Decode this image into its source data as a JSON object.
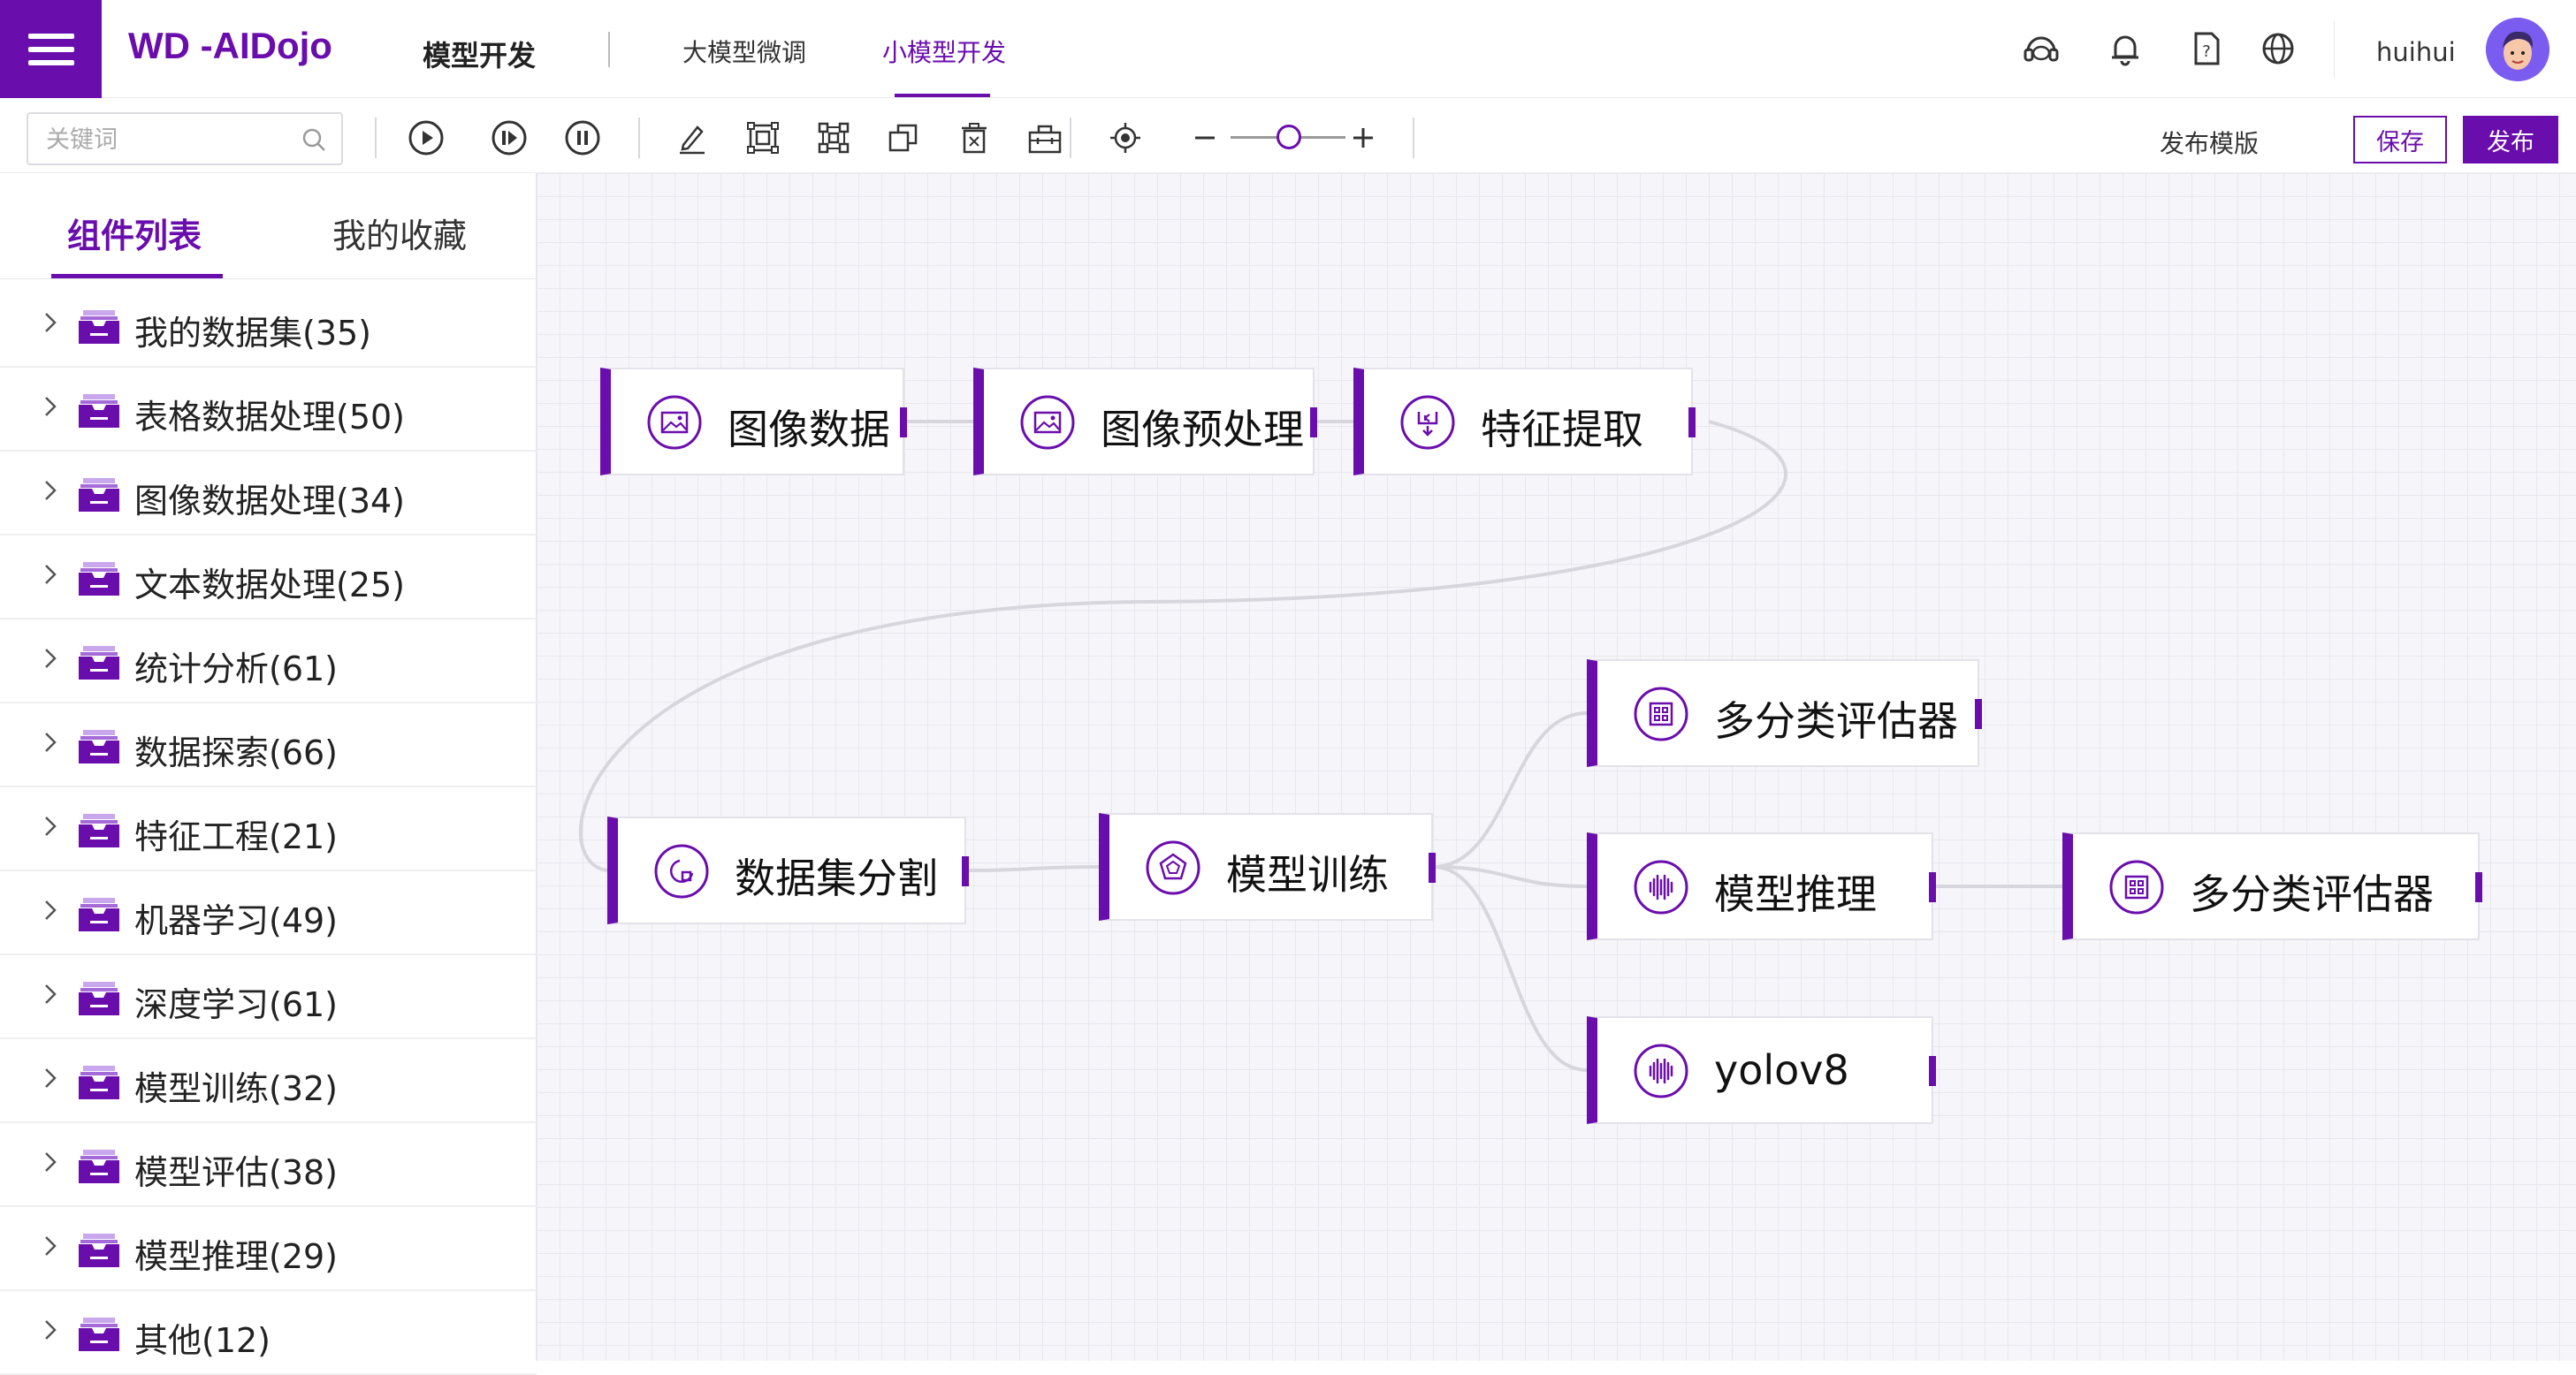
{
  "header": {
    "logo": "WD -AIDojo",
    "title": "模型开发",
    "tabs": [
      {
        "label": "大模型微调",
        "active": false
      },
      {
        "label": "小模型开发",
        "active": true
      }
    ],
    "icons": [
      "headset-icon",
      "bell-icon",
      "help-doc-icon",
      "globe-icon"
    ],
    "user_name": "huihui"
  },
  "toolbar": {
    "search_placeholder": "关键词",
    "tools": [
      "run-icon",
      "run-step-icon",
      "pause-icon",
      "edit-icon",
      "fit-view-icon",
      "layout-icon",
      "copy-icon",
      "delete-icon",
      "toolbox-icon",
      "locate-icon"
    ],
    "zoom_level": 0.4,
    "publish_template": "发布模版",
    "save": "保存",
    "publish": "发布"
  },
  "sidebar": {
    "tabs": [
      {
        "label": "组件列表",
        "active": true
      },
      {
        "label": "我的收藏",
        "active": false
      }
    ],
    "items": [
      {
        "label": "我的数据集(35)"
      },
      {
        "label": "表格数据处理(50)"
      },
      {
        "label": "图像数据处理(34)"
      },
      {
        "label": "文本数据处理(25)"
      },
      {
        "label": "统计分析(61)"
      },
      {
        "label": "数据探索(66)"
      },
      {
        "label": "特征工程(21)"
      },
      {
        "label": "机器学习(49)"
      },
      {
        "label": "深度学习(61)"
      },
      {
        "label": "模型训练(32)"
      },
      {
        "label": "模型评估(38)"
      },
      {
        "label": "模型推理(29)"
      },
      {
        "label": "其他(12)"
      }
    ]
  },
  "canvas": {
    "nodes": [
      {
        "id": "n1",
        "label": "图像数据",
        "icon": "image-icon"
      },
      {
        "id": "n2",
        "label": "图像预处理",
        "icon": "image-icon"
      },
      {
        "id": "n3",
        "label": "特征提取",
        "icon": "extract-icon"
      },
      {
        "id": "n4",
        "label": "数据集分割",
        "icon": "split-icon"
      },
      {
        "id": "n5",
        "label": "模型训练",
        "icon": "pentagon-icon"
      },
      {
        "id": "n6",
        "label": "多分类评估器",
        "icon": "grid-icon"
      },
      {
        "id": "n7",
        "label": "模型推理",
        "icon": "waveform-icon"
      },
      {
        "id": "n8",
        "label": "多分类评估器",
        "icon": "grid-icon"
      },
      {
        "id": "n9",
        "label": "yolov8",
        "icon": "waveform-icon"
      }
    ],
    "edges": [
      [
        "n1",
        "n2"
      ],
      [
        "n2",
        "n3"
      ],
      [
        "n3",
        "n4"
      ],
      [
        "n4",
        "n5"
      ],
      [
        "n5",
        "n6"
      ],
      [
        "n5",
        "n7"
      ],
      [
        "n5",
        "n9"
      ],
      [
        "n7",
        "n8"
      ]
    ]
  },
  "colors": {
    "accent": "#6a0dad",
    "grid": "#e7e7ee",
    "edge": "#d6d6dc"
  }
}
